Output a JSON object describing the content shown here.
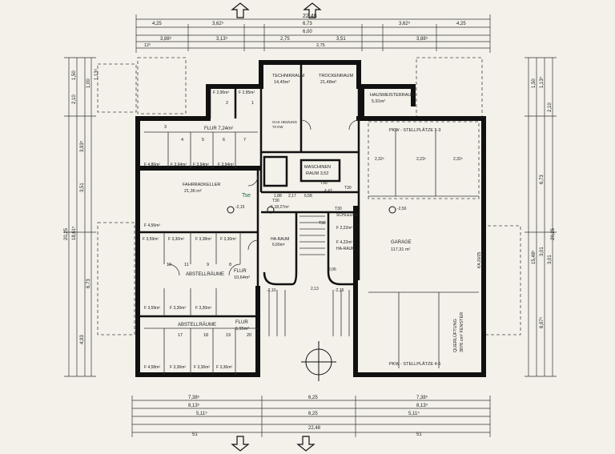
{
  "dims": {
    "top": [
      "22,48",
      "4,25",
      "3,62⁵",
      "6,73",
      "3,62⁵",
      "4,25",
      "6,00",
      "2,75",
      "3,51",
      "3,88⁵",
      "3,88⁵",
      "3,13⁵",
      "2,75",
      "12⁵"
    ],
    "bottom": [
      "7,38⁵",
      "6,25",
      "7,38⁵",
      "8,13⁵",
      "8,13⁵",
      "5,11⁵",
      "6,25",
      "5,11⁵",
      "22,48",
      "51",
      "51"
    ],
    "left": [
      "20,25",
      "18,61⁵",
      "3,51",
      "3,93⁵",
      "4,93",
      "2,10",
      "1,50",
      "6,73",
      "1,00",
      "1,13⁵"
    ],
    "right": [
      "20,25",
      "15,48⁵",
      "6,73",
      "3,01",
      "6,97⁵",
      "1,50",
      "1,13⁵",
      "3,01",
      "2,10"
    ]
  },
  "rooms": {
    "technik": "TECHNIKRAUM",
    "technik_area": "14,45m²",
    "trocken": "TROCKENRAUM",
    "trocken_area": "21,48m²",
    "hausmeister": "HAUSMEISTERRAUM",
    "hausmeister_area": "5,91m²",
    "maschinen": "MASCHINEN",
    "maschinen2": "RAUM 3,52",
    "flur1": "FLUR 7,24m²",
    "fahrrad": "FAHRRADKELLER",
    "fahrrad_area": "21,36 m²",
    "abstell1": "ABSTELLRÄUME",
    "flur2": "FLUR",
    "flur2_area": "10,64m²",
    "abstell2": "ABSTELLRÄUME",
    "flur3": "FLUR",
    "flur3_area": "5,95m²",
    "garage": "GARAGE",
    "garage_area": "117,31 m²",
    "pkw_top": "PKW - STELLPLÄTZE 1-3",
    "pkw_bottom": "PKW - STELLPLÄTZE 4-6",
    "schleuse": "SCHLEUSE",
    "schleuse_area": "F 2,22m²",
    "haraum1": "HA-RAUM",
    "haraum1_area": "6,66m²",
    "haraum2": "HA-RAUM",
    "haraum2_area": "F 4,22m²",
    "quer": "QUERLÜFTUNG",
    "quer2": "3876 cm² FENSTER",
    "ka": "KA 20/25"
  },
  "cells": {
    "r1": [
      "F 2,95m²",
      "F 2,95m²"
    ],
    "r2": [
      "F 4,86m²",
      "F 3,94m²",
      "F 3,94m²",
      "F 3,94m²"
    ],
    "r3": [
      "F 4,56m²"
    ],
    "r4": [
      "F 3,59m²",
      "F 3,30m²",
      "F 3,38m²",
      "F 3,30m²"
    ],
    "r5": [
      "F 3,59m²",
      "F 3,30m²",
      "F 3,30m²"
    ],
    "r6": [
      "F 4,58m²",
      "F 3,36m²",
      "F 3,36m²",
      "F 3,36m²"
    ]
  },
  "nums": {
    "flur1": [
      "1",
      "2",
      "3",
      "4",
      "5",
      "6",
      "7"
    ],
    "abst1": [
      "10",
      "11",
      "9",
      "8"
    ],
    "abst2": [
      "17",
      "18",
      "19",
      "20"
    ]
  },
  "notes": {
    "t30_a": "T30",
    "t30_b": "T30",
    "t30_c": "T30",
    "t30_d": "T30",
    "t30_e": "T30",
    "tse": "Tse",
    "handwrite": "F 18,27m²",
    "level_a": "-2,15",
    "level_b": "-2,50",
    "level_c": "-2,10",
    "level_d": "-2,15",
    "heizung": "GAS HEIZUNG",
    "kessel": "70 KW",
    "measure_a": "1,88",
    "measure_b": "6,58",
    "measure_c": "4,47",
    "measure_d": "2,17",
    "measure_e": "2,13",
    "measure_f": "2,06",
    "measure_g": "2,32⁵",
    "measure_h": "2,23⁵",
    "measure_i": "2,32⁵"
  }
}
